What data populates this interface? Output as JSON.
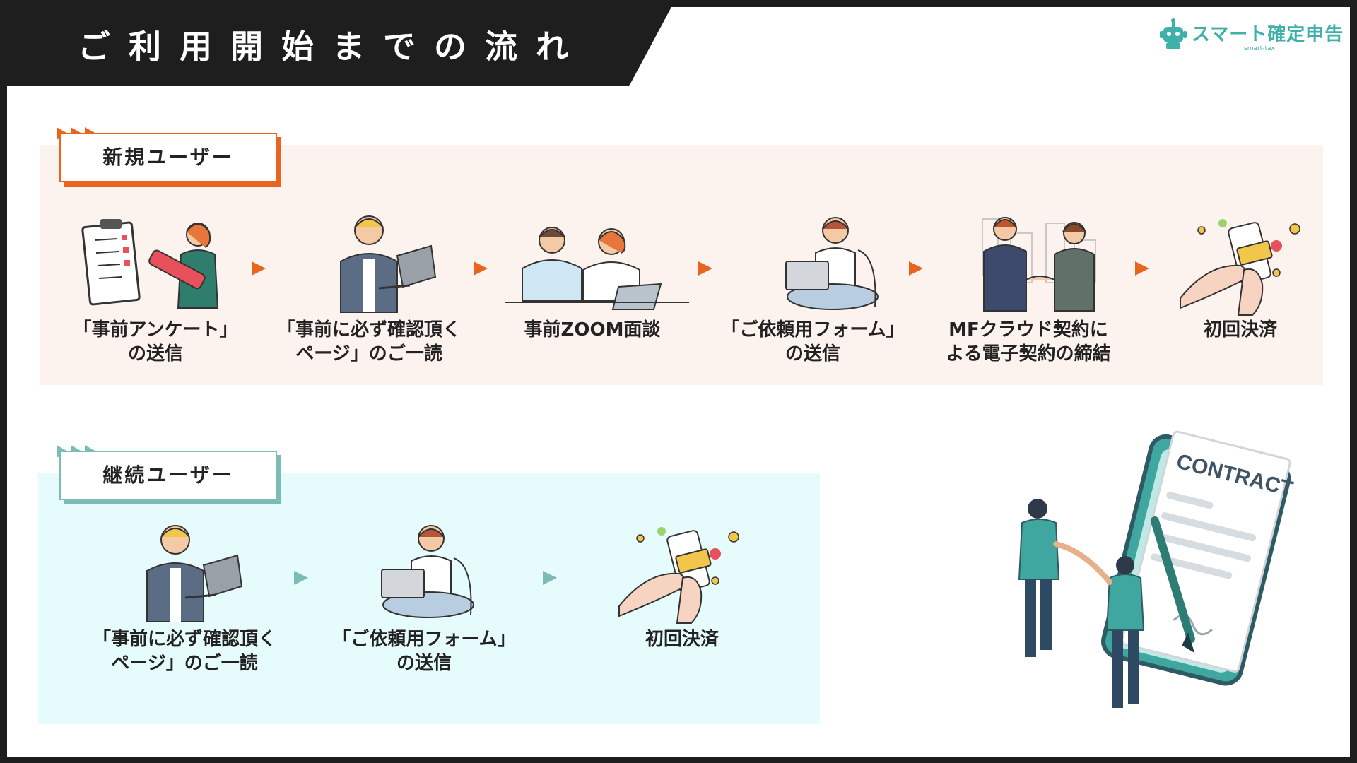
{
  "header": {
    "title": "ご利用開始までの流れ",
    "logo_text": "スマート確定申告",
    "logo_sub": "smart-tax"
  },
  "colors": {
    "header_bg": "#1e1e1e",
    "new_accent": "#e8651f",
    "new_bg": "#fdf3ee",
    "return_accent": "#7dbcb6",
    "return_bg": "#e6fbfb",
    "logo": "#3fb1a8"
  },
  "new_user": {
    "label": "新規ユーザー",
    "steps": [
      {
        "line1": "「事前アンケート」",
        "line2": "の送信",
        "icon": "survey-clipboard-icon"
      },
      {
        "line1": "「事前に必ず確認頂く",
        "line2": "ページ」のご一読",
        "icon": "person-laptop-icon"
      },
      {
        "line1": "事前ZOOM面談",
        "line2": "",
        "icon": "meeting-icon"
      },
      {
        "line1": "「ご依頼用フォーム」",
        "line2": "の送信",
        "icon": "person-sitting-laptop-icon"
      },
      {
        "line1": "MFクラウド契約に",
        "line2": "よる電子契約の締結",
        "icon": "handshake-icon"
      },
      {
        "line1": "初回決済",
        "line2": "",
        "icon": "phone-payment-icon"
      }
    ]
  },
  "returning_user": {
    "label": "継続ユーザー",
    "steps": [
      {
        "line1": "「事前に必ず確認頂く",
        "line2": "ページ」のご一読",
        "icon": "person-laptop-icon"
      },
      {
        "line1": "「ご依頼用フォーム」",
        "line2": "の送信",
        "icon": "person-sitting-laptop-icon"
      },
      {
        "line1": "初回決済",
        "line2": "",
        "icon": "phone-payment-icon"
      }
    ]
  },
  "contract_illustration": {
    "text": "CONTRACT",
    "icon": "contract-handshake-icon"
  }
}
